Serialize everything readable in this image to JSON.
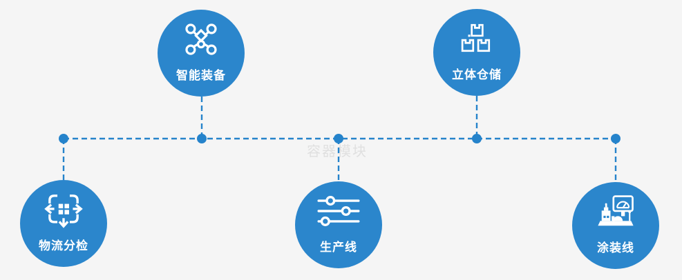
{
  "diagram": {
    "watermark": "容器模块",
    "nodes": [
      {
        "id": "smart-equipment",
        "label": "智能装备",
        "icon": "network-nodes-icon"
      },
      {
        "id": "stereo-warehouse",
        "label": "立体仓储",
        "icon": "stacked-boxes-icon"
      },
      {
        "id": "logistics-sorting",
        "label": "物流分检",
        "icon": "disperse-arrows-icon"
      },
      {
        "id": "production-line",
        "label": "生产线",
        "icon": "sliders-icon"
      },
      {
        "id": "painting-line",
        "label": "涂装线",
        "icon": "control-station-icon"
      }
    ],
    "colors": {
      "background": "#f5f5f5",
      "circle_fill": "#2b86cc",
      "connector_line": "#2583cb",
      "connector_dot": "#2583cb",
      "label_text": "#ffffff",
      "icon_stroke": "#ffffff",
      "watermark_text": "#e0e0e0"
    }
  }
}
